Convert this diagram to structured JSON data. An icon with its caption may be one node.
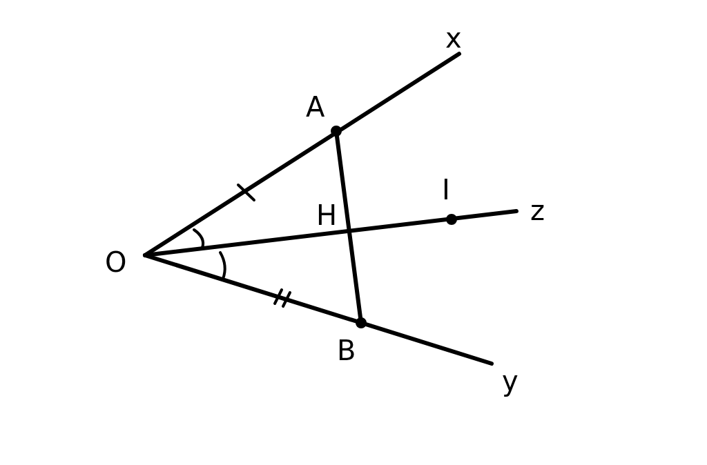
{
  "diagram": {
    "labels": [
      "x",
      "A",
      "I",
      "H",
      "z",
      "O",
      "B",
      "y"
    ]
  }
}
